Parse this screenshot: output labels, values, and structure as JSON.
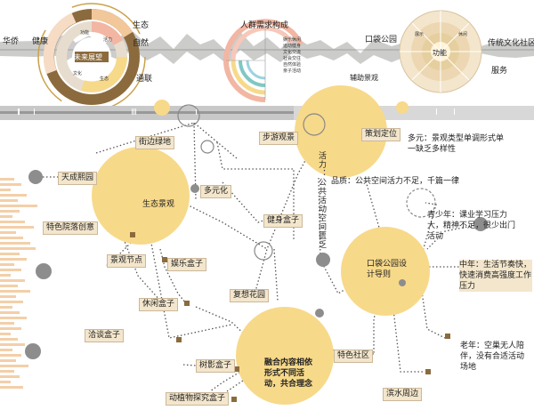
{
  "top": {
    "left_label": "华侨",
    "left_label2": "健康",
    "ring_left_title": "未来展望",
    "ring_left_side1": "生态",
    "ring_left_side2": "自然",
    "ring_left_side3": "通联",
    "ring_left_inner": [
      "功能",
      "活力",
      "文化",
      "生态"
    ],
    "ring_mid_title": "人群需求构成",
    "ring_mid_items": [
      "娱乐休闲",
      "运动健身",
      "文化交流",
      "社会交往",
      "自然体验",
      "亲子活动"
    ],
    "ring_mid_caption": "辅助景观",
    "ring_right_label": "口袋公园",
    "ring_right_center": "功能",
    "ring_right_outer_left": "展示",
    "ring_right_outer_right": "休闲",
    "right_label": "传统文化社区",
    "right_label2": "服务"
  },
  "nodes": {
    "street": "街边绿地",
    "street_view": "步游观景",
    "strategy": "策划定位",
    "tianfu": "天成熙园",
    "eco": "生态景观",
    "diverse": "多元化",
    "fitness": "健身盒子",
    "special_sale": "特色院落创意",
    "scenic_point": "景观节点",
    "entertain": "娱乐盒子",
    "leisure": "休闲盒子",
    "garden": "复想花园",
    "chat": "洽谈盒子",
    "tree": "树影盒子",
    "animal": "动植物探究盒子",
    "pocket": "口袋公园设计导则",
    "community": "特色社区",
    "surround": "滨水周边",
    "activity": "活力：公共活动空间匮乏",
    "fusion": "融合内容相依形式不同活动，共合理念"
  },
  "notes": {
    "diverse_title": "多元：",
    "diverse_text": "景观类型单调形式单一缺乏多样性",
    "quality_title": "品质：",
    "quality_text": "公共空间活力不足，千篇一律",
    "youth_title": "青少年：",
    "youth_text": "课业学习压力大，精神不足，很少出门活动",
    "middle_title": "中年：",
    "middle_text": "生活节奏快，快速消费高强度工作压力",
    "elder_title": "老年：",
    "elder_text": "空巢无人陪伴，没有合适活动场地"
  },
  "colors": {
    "brand_brown": "#8b6b3e",
    "light_gold": "#f7d98a",
    "beige": "#f3e6cc",
    "pink": "#f2b6a3",
    "teal": "#7fc8c4"
  }
}
